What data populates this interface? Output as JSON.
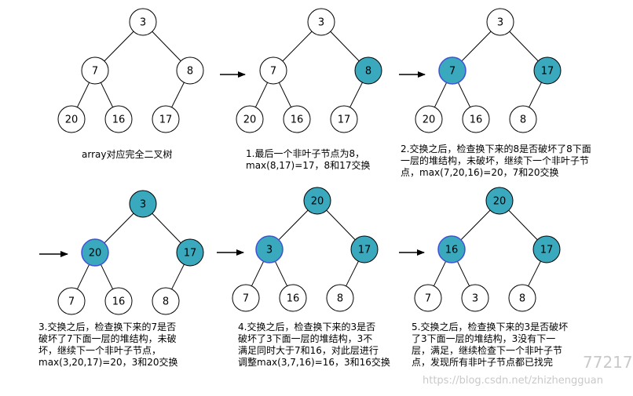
{
  "colors": {
    "background": "#ffffff",
    "node_fill": "#ffffff",
    "node_stroke": "#000000",
    "highlight_fill": "#3ba9bd",
    "selected_stroke": "#3f51d8",
    "edge": "#000000",
    "watermark": "#c9c9c9"
  },
  "diagram": {
    "trees": [
      {
        "id": "t1",
        "nodes": [
          {
            "id": "r",
            "label": "3",
            "state": "normal"
          },
          {
            "id": "l",
            "label": "7",
            "state": "normal"
          },
          {
            "id": "rt",
            "label": "8",
            "state": "normal"
          },
          {
            "id": "ll",
            "label": "20",
            "state": "normal"
          },
          {
            "id": "lr",
            "label": "16",
            "state": "normal"
          },
          {
            "id": "rl",
            "label": "17",
            "state": "normal"
          }
        ]
      },
      {
        "id": "t2",
        "nodes": [
          {
            "id": "r",
            "label": "3",
            "state": "normal"
          },
          {
            "id": "l",
            "label": "7",
            "state": "normal"
          },
          {
            "id": "rt",
            "label": "8",
            "state": "highlight"
          },
          {
            "id": "ll",
            "label": "20",
            "state": "normal"
          },
          {
            "id": "lr",
            "label": "16",
            "state": "normal"
          },
          {
            "id": "rl",
            "label": "17",
            "state": "normal"
          }
        ]
      },
      {
        "id": "t3",
        "nodes": [
          {
            "id": "r",
            "label": "3",
            "state": "normal"
          },
          {
            "id": "l",
            "label": "7",
            "state": "selected"
          },
          {
            "id": "rt",
            "label": "17",
            "state": "highlight"
          },
          {
            "id": "ll",
            "label": "20",
            "state": "normal"
          },
          {
            "id": "lr",
            "label": "16",
            "state": "normal"
          },
          {
            "id": "rl",
            "label": "8",
            "state": "normal"
          }
        ]
      },
      {
        "id": "t4",
        "nodes": [
          {
            "id": "r",
            "label": "3",
            "state": "highlight"
          },
          {
            "id": "l",
            "label": "20",
            "state": "selected"
          },
          {
            "id": "rt",
            "label": "17",
            "state": "highlight"
          },
          {
            "id": "ll",
            "label": "7",
            "state": "normal"
          },
          {
            "id": "lr",
            "label": "16",
            "state": "normal"
          },
          {
            "id": "rl",
            "label": "8",
            "state": "normal"
          }
        ]
      },
      {
        "id": "t5",
        "nodes": [
          {
            "id": "r",
            "label": "20",
            "state": "highlight"
          },
          {
            "id": "l",
            "label": "3",
            "state": "selected"
          },
          {
            "id": "rt",
            "label": "17",
            "state": "highlight"
          },
          {
            "id": "ll",
            "label": "7",
            "state": "normal"
          },
          {
            "id": "lr",
            "label": "16",
            "state": "normal"
          },
          {
            "id": "rl",
            "label": "8",
            "state": "normal"
          }
        ]
      },
      {
        "id": "t6",
        "nodes": [
          {
            "id": "r",
            "label": "20",
            "state": "highlight"
          },
          {
            "id": "l",
            "label": "16",
            "state": "selected"
          },
          {
            "id": "rt",
            "label": "17",
            "state": "highlight"
          },
          {
            "id": "ll",
            "label": "7",
            "state": "normal"
          },
          {
            "id": "lr",
            "label": "3",
            "state": "normal"
          },
          {
            "id": "rl",
            "label": "8",
            "state": "normal"
          }
        ]
      }
    ],
    "edges": [
      [
        "r",
        "l"
      ],
      [
        "r",
        "rt"
      ],
      [
        "l",
        "ll"
      ],
      [
        "l",
        "lr"
      ],
      [
        "rt",
        "rl"
      ]
    ],
    "arrows": [
      "a1",
      "a2",
      "a3",
      "a4",
      "a5"
    ]
  },
  "captions": {
    "c1": [
      "array对应完全二叉树"
    ],
    "c2": [
      "1.最后一个非叶子节点为8，",
      "max(8,17)=17，8和17交换"
    ],
    "c3": [
      "2.交换之后，检查换下来的8是否破坏了8下面",
      "一层的堆结构，未破坏，继续下一个非叶子节",
      "点，max(7,20,16)=20，7和20交换"
    ],
    "c4": [
      "3.交换之后，检查换下来的7是否",
      "破坏了7下面一层的堆结构，未破",
      "坏，继续下一个非叶子节点，",
      "max(3,20,17)=20，3和20交换"
    ],
    "c5": [
      "4.交换之后，检查换下来的3是否",
      "破坏了3下面一层的堆结构，3不",
      "满足同时大于7和16，对此层进行",
      "调整max(3,7,16)=16，3和16交换"
    ],
    "c6": [
      "5.交换之后，检查换下来的3是否破坏",
      "了3下面一层的堆结构，3没有下一",
      "层，满足，继续检查下一个非叶子节",
      "点，发现所有非叶子节点都已找完"
    ]
  },
  "watermark": {
    "url": "https://blog.csdn.net/zhizhengguan",
    "partial_id": "77217"
  }
}
